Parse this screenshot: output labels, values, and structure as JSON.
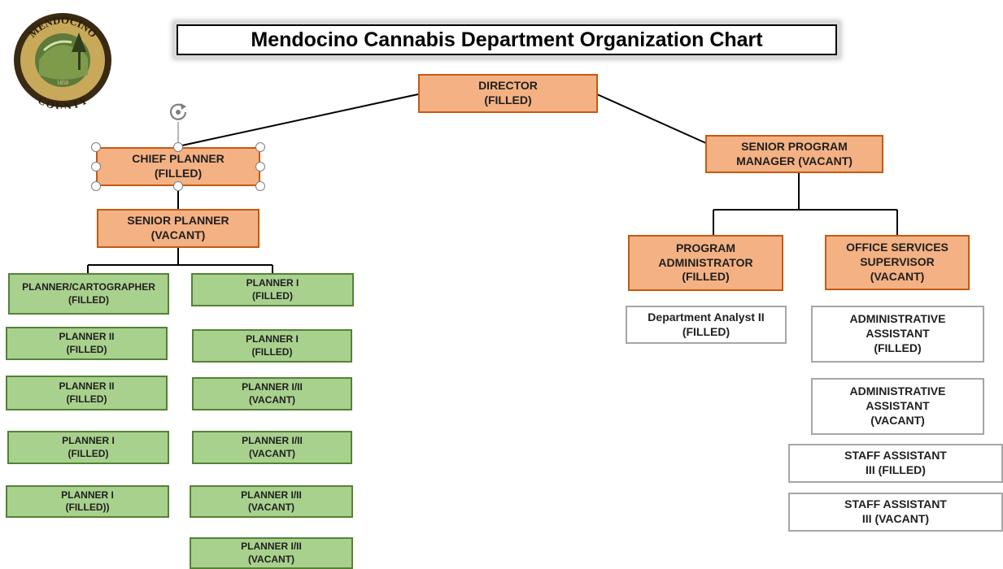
{
  "title": "Mendocino Cannabis Department Organization Chart",
  "seal": {
    "top_text": "MENDOCINO",
    "bottom_text": "COUNTY",
    "year": "1850"
  },
  "nodes": {
    "director": "DIRECTOR\n(FILLED)",
    "senior_program_manager": "SENIOR PROGRAM\nMANAGER (VACANT)",
    "chief_planner": "CHIEF PLANNER\n(FILLED)",
    "senior_planner": "SENIOR PLANNER\n(VACANT)",
    "program_administrator": "PROGRAM\nADMINISTRATOR\n(FILLED)",
    "office_services_supervisor": "OFFICE SERVICES\nSUPERVISOR\n(VACANT)",
    "planners_left": [
      "PLANNER/CARTOGRAPHER\n(FILLED)",
      "PLANNER II\n(FILLED)",
      "PLANNER II\n(FILLED)",
      "PLANNER I\n(FILLED)",
      "PLANNER I\n(FILLED))"
    ],
    "planners_right": [
      "PLANNER I\n(FILLED)",
      "PLANNER I\n(FILLED)",
      "PLANNER I/II\n(VACANT)",
      "PLANNER I/II\n(VACANT)",
      "PLANNER I/II\n(VACANT)",
      "PLANNER I/II\n(VACANT)"
    ],
    "department_analyst": "Department Analyst II\n(FILLED)",
    "admin_assistant_1": "ADMINISTRATIVE\nASSISTANT\n(FILLED)",
    "admin_assistant_2": "ADMINISTRATIVE\nASSISTANT\n(VACANT)",
    "staff_assistant_1": "STAFF  ASSISTANT\nIII (FILLED)",
    "staff_assistant_2": "STAFF  ASSISTANT\nIII (VACANT)"
  },
  "colors": {
    "orange_fill": "#f4b183",
    "orange_border": "#c55a11",
    "green_fill": "#a9d18e",
    "green_border": "#548235",
    "white_border": "#a6a6a6"
  },
  "icons": {
    "rotate": "rotate-handle-icon"
  }
}
